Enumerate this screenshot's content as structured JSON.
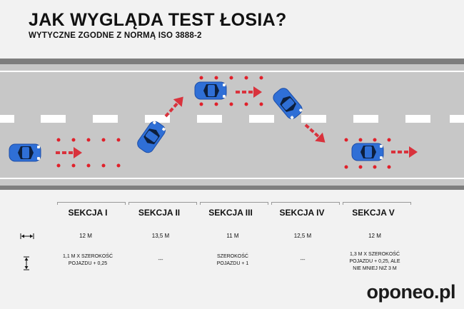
{
  "header": {
    "title": "JAK WYGLĄDA TEST ŁOSIA?",
    "subtitle": "WYTYCZNE ZGODNE Z NORMĄ ISO 3888-2"
  },
  "icons": {
    "length": "horizontal-double-arrow-icon",
    "width": "vertical-double-arrow-icon",
    "car": "blue-car-icon",
    "arrow": "red-dashed-arrow-icon"
  },
  "colors": {
    "road": "#c7c7c7",
    "car": "#2f6fd6",
    "arrow": "#d9323c",
    "cone": "#e0202a"
  },
  "sections": [
    {
      "label": "SEKCJA I",
      "length": "12 M",
      "width_lines": [
        "1,1 M X SZEROKOŚĆ",
        "POJAZDU + 0,25"
      ]
    },
    {
      "label": "SEKCJA II",
      "length": "13,5 M",
      "width_lines": [
        "---"
      ]
    },
    {
      "label": "SEKCJA III",
      "length": "11 M",
      "width_lines": [
        "SZEROKOŚĆ",
        "POJAZDU + 1"
      ]
    },
    {
      "label": "SEKCJA IV",
      "length": "12,5 M",
      "width_lines": [
        "---"
      ]
    },
    {
      "label": "SEKCJA V",
      "length": "12 M",
      "width_lines": [
        "1,3 M X SZEROKOŚĆ",
        "POJAZDU + 0,25, ALE",
        "NIE MNIEJ NIŻ 3 M"
      ]
    }
  ],
  "brand": "oponeo.pl"
}
